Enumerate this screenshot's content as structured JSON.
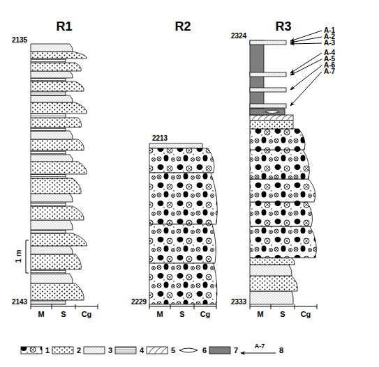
{
  "diagram": {
    "labels": [
      "R1",
      "R2",
      "R3",
      "2135",
      "2143",
      "2213",
      "2229",
      "2324",
      "2333",
      "1 m",
      "M",
      "S",
      "Cg",
      "M",
      "S",
      "Cg",
      "M",
      "S",
      "Cg",
      "A-1",
      "A-2",
      "A-3",
      "A-4",
      "A-5",
      "A-6",
      "A-7",
      "A-7"
    ],
    "legend": [
      {
        "text": "1"
      },
      {
        "text": "2"
      },
      {
        "text": "3"
      },
      {
        "text": "4"
      },
      {
        "text": "5"
      },
      {
        "text": "6"
      },
      {
        "text": "7",
        "color": "#7f7f7f"
      },
      {
        "text": "8"
      }
    ]
  }
}
